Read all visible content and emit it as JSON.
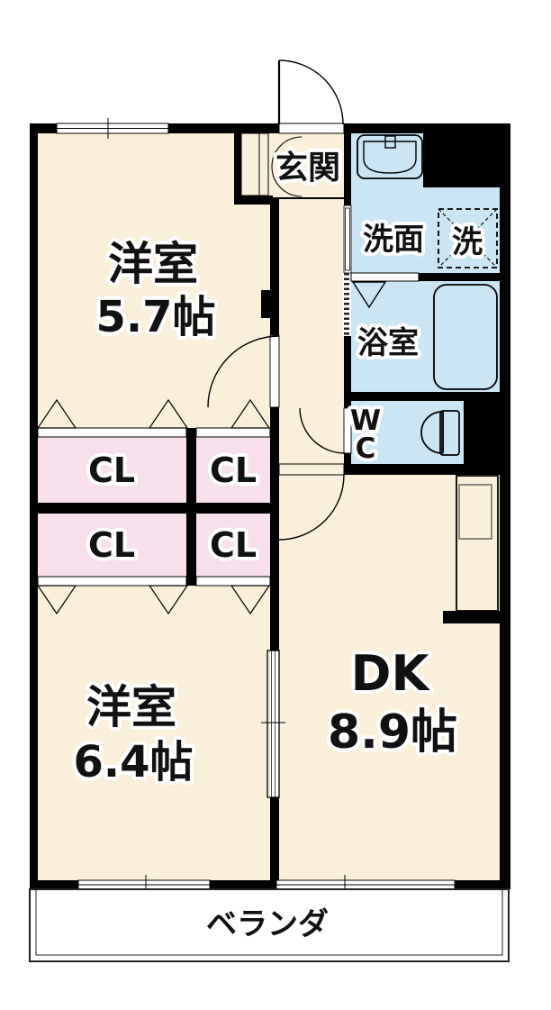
{
  "rooms": {
    "entrance": {
      "label": "玄関"
    },
    "washroom": {
      "label": "洗面"
    },
    "laundry": {
      "label": "洗"
    },
    "bathroom": {
      "label": "浴室"
    },
    "toilet": {
      "line1": "W",
      "line2": "C"
    },
    "western_room_1": {
      "label": "洋室",
      "size": "5.7帖"
    },
    "closet": {
      "label": "CL"
    },
    "western_room_2": {
      "label": "洋室",
      "size": "6.4帖"
    },
    "dining_kitchen": {
      "label": "DK",
      "size": "8.9帖"
    },
    "veranda": {
      "label": "ベランダ"
    }
  },
  "colors": {
    "floor": "#faf0da",
    "wet_area": "#cae5f4",
    "closet": "#f8dfec",
    "wall": "#000000",
    "background": "#ffffff"
  }
}
